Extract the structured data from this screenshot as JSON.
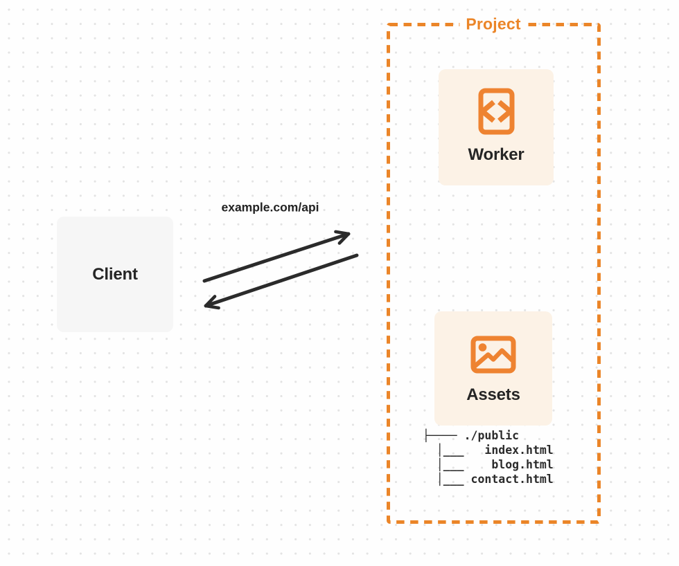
{
  "colors": {
    "accent_orange": "#EB8528",
    "node_cream_bg": "#FCF2E6",
    "node_gray_bg": "#F6F6F6",
    "arrow_ink": "#2B2B2B",
    "canvas_bg": "#FEFEFE",
    "dot_grid": "#E3E3E3"
  },
  "project": {
    "label": "Project"
  },
  "nodes": {
    "client": {
      "label": "Client"
    },
    "worker": {
      "label": "Worker",
      "icon": "code-file-icon"
    },
    "assets": {
      "label": "Assets",
      "icon": "image-icon"
    }
  },
  "connection": {
    "label": "example.com/api"
  },
  "file_tree": {
    "lines": [
      "├──── ./public",
      "  │___   index.html",
      "  │___    blog.html",
      "  │___ contact.html"
    ]
  }
}
